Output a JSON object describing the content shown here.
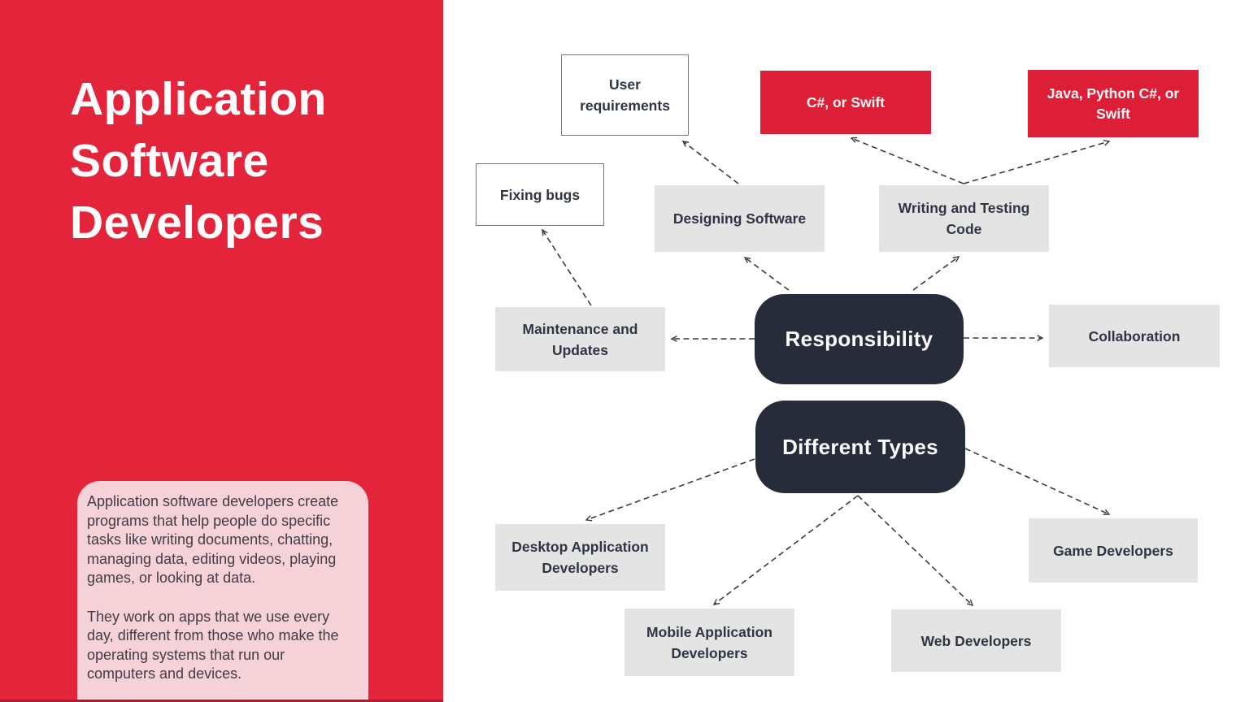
{
  "colors": {
    "panel_red": "#e3243b",
    "accent_red": "#dc1f36",
    "dark_navy": "#272c3b",
    "box_gray": "#e4e4e4",
    "pink_card": "#f5d1d8",
    "arrow": "#3b3b3b"
  },
  "left_panel": {
    "title": "Application Software Developers",
    "paragraph1": "Application software developers create programs that help people do specific tasks like writing documents, chatting, managing data, editing videos, playing games, or looking at data.",
    "paragraph2": "They work on apps that we use every day, different from those who make the operating systems that run our computers and devices."
  },
  "diagram": {
    "nodes": {
      "responsibility": {
        "label": "Responsibility"
      },
      "different_types": {
        "label": "Different Types"
      },
      "user_requirements": {
        "label": "User requirements"
      },
      "fixing_bugs": {
        "label": "Fixing bugs"
      },
      "csharp_swift": {
        "label": "C#, or Swift"
      },
      "java_python_swift": {
        "label": "Java, Python C#, or Swift"
      },
      "designing_software": {
        "label": "Designing Software"
      },
      "writing_testing_code": {
        "label": "Writing and Testing Code"
      },
      "maintenance_updates": {
        "label": "Maintenance and Updates"
      },
      "collaboration": {
        "label": "Collaboration"
      },
      "desktop_devs": {
        "label": "Desktop Application Developers"
      },
      "mobile_devs": {
        "label": "Mobile Application Developers"
      },
      "web_devs": {
        "label": "Web Developers"
      },
      "game_devs": {
        "label": "Game Developers"
      }
    }
  }
}
